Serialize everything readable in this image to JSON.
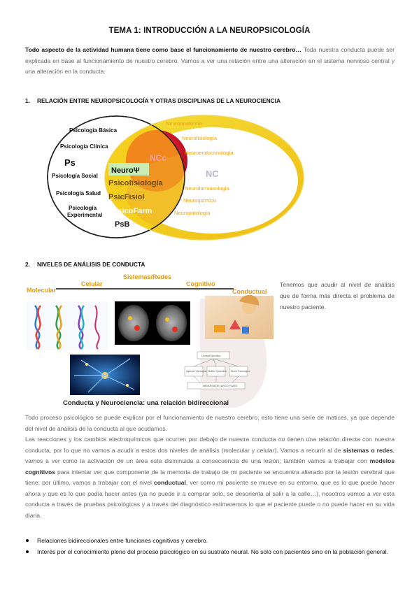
{
  "title": "TEMA 1: INTRODUCCIÓN A LA NEUROPSICOLOGÍA",
  "intro": {
    "lead": "Todo aspecto de la actividad humana tiene como base el funcionamiento de nuestro cerebro…",
    "rest": " Toda nuestra conducta puede ser explicada en base al funcionamiento de nuestro cerebro. Vamos a ver una relación entre una alteración en el sistema nervioso central y una alteración en la conducta."
  },
  "section1": {
    "number": "1.",
    "heading": "RELACIÓN ENTRE NEUROPSICOLOGÍA Y OTRAS DISCIPLINAS DE LA NEUROCIENCIA",
    "diagram": {
      "ps_label": "Ps",
      "nc_label": "NC",
      "ncc_label": "NCc",
      "left_items": [
        "Psicología Básica",
        "Psicología Clínica",
        "Psicología Social",
        "Psicología Salud",
        "Psicología",
        "Experimental"
      ],
      "right_items": [
        "Neuroanatomía",
        "Neurofisiología",
        "Neuroendocrinología",
        "Neurofarmacología",
        "Neuroquímica",
        "Neuropatología"
      ],
      "center_items": [
        "NeuroΨ",
        "Psicofisiología",
        "PsicFisiol",
        "PsicoFarm",
        "PsB"
      ],
      "colors": {
        "yellow": "#f1cf1c",
        "red": "#e21c2c",
        "green": "#c8ecb4",
        "orange_text": "#f0a418"
      }
    }
  },
  "section2": {
    "number": "2.",
    "heading": "NIVELES DE ANÁLISIS DE CONDUCTA",
    "figure": {
      "levels": [
        "Molecular",
        "Celular",
        "Sistemas/Redes",
        "Cognitivo",
        "Conductual"
      ],
      "caption": "Conducta y Neurociencia: una relación bidireccional",
      "memory_boxes": [
        "Central Ejecutivo",
        "Agenda Visoespacial",
        "Buffer Episódico",
        "Bucle Fonológico",
        "MEMORIA DE LARGO PLAZO"
      ]
    },
    "side_text": "Tenemos que acudir al nivel de análisis que de forma más directa el problema de nuestro paciente."
  },
  "body": {
    "p1": "Todo proceso psicológico se puede explicar por el funcionamiento de nuestro cerebro, esto tiene una serie de matices, ya que depende del nivel de análisis de la conducta al que acudamos.",
    "p2_a": "Las reacciones y los cambios electroquímicos que ocurren por debajo de nuestra conducta no tienen una relación directa con nuestra conducta, por lo que no vamos a acudir a estos dos niveles de análisis (molecular y celular). Vamos a recurrir al de ",
    "p2_b1": "sistemas o redes",
    "p2_c": ", vamos a ver como la activación de un área esta disminuida a consecuencia de una lesión; también vamos a trabajar con ",
    "p2_b2": "modelos cognitivos",
    "p2_d": " para intentar ver que componente de la memoria de trabajo de mi paciente se encuentra alterado por la lesión cerebral que tiene; por último, vamos a trabajar con el nivel ",
    "p2_b3": "conductual",
    "p2_e": ", ver como mi paciente se mueve en su entorno, que es lo que puede hacer ahora y que es lo que podía hacer antes (ya no puede ir a comprar solo, se desorienta al salir a la calle…), nosotros vamos a ver esta conducta a través de pruebas psicológicas y a través del diagnóstico estimaremos lo que el paciente puede o no puede hacer en su vida diaria."
  },
  "bullets": [
    "Relaciones bidireccionales entre funciones cognitivas y cerebro.",
    "Interés por el conocimiento pleno del proceso psicológico en su sustrato neural. No solo con pacientes sino en la población general."
  ]
}
